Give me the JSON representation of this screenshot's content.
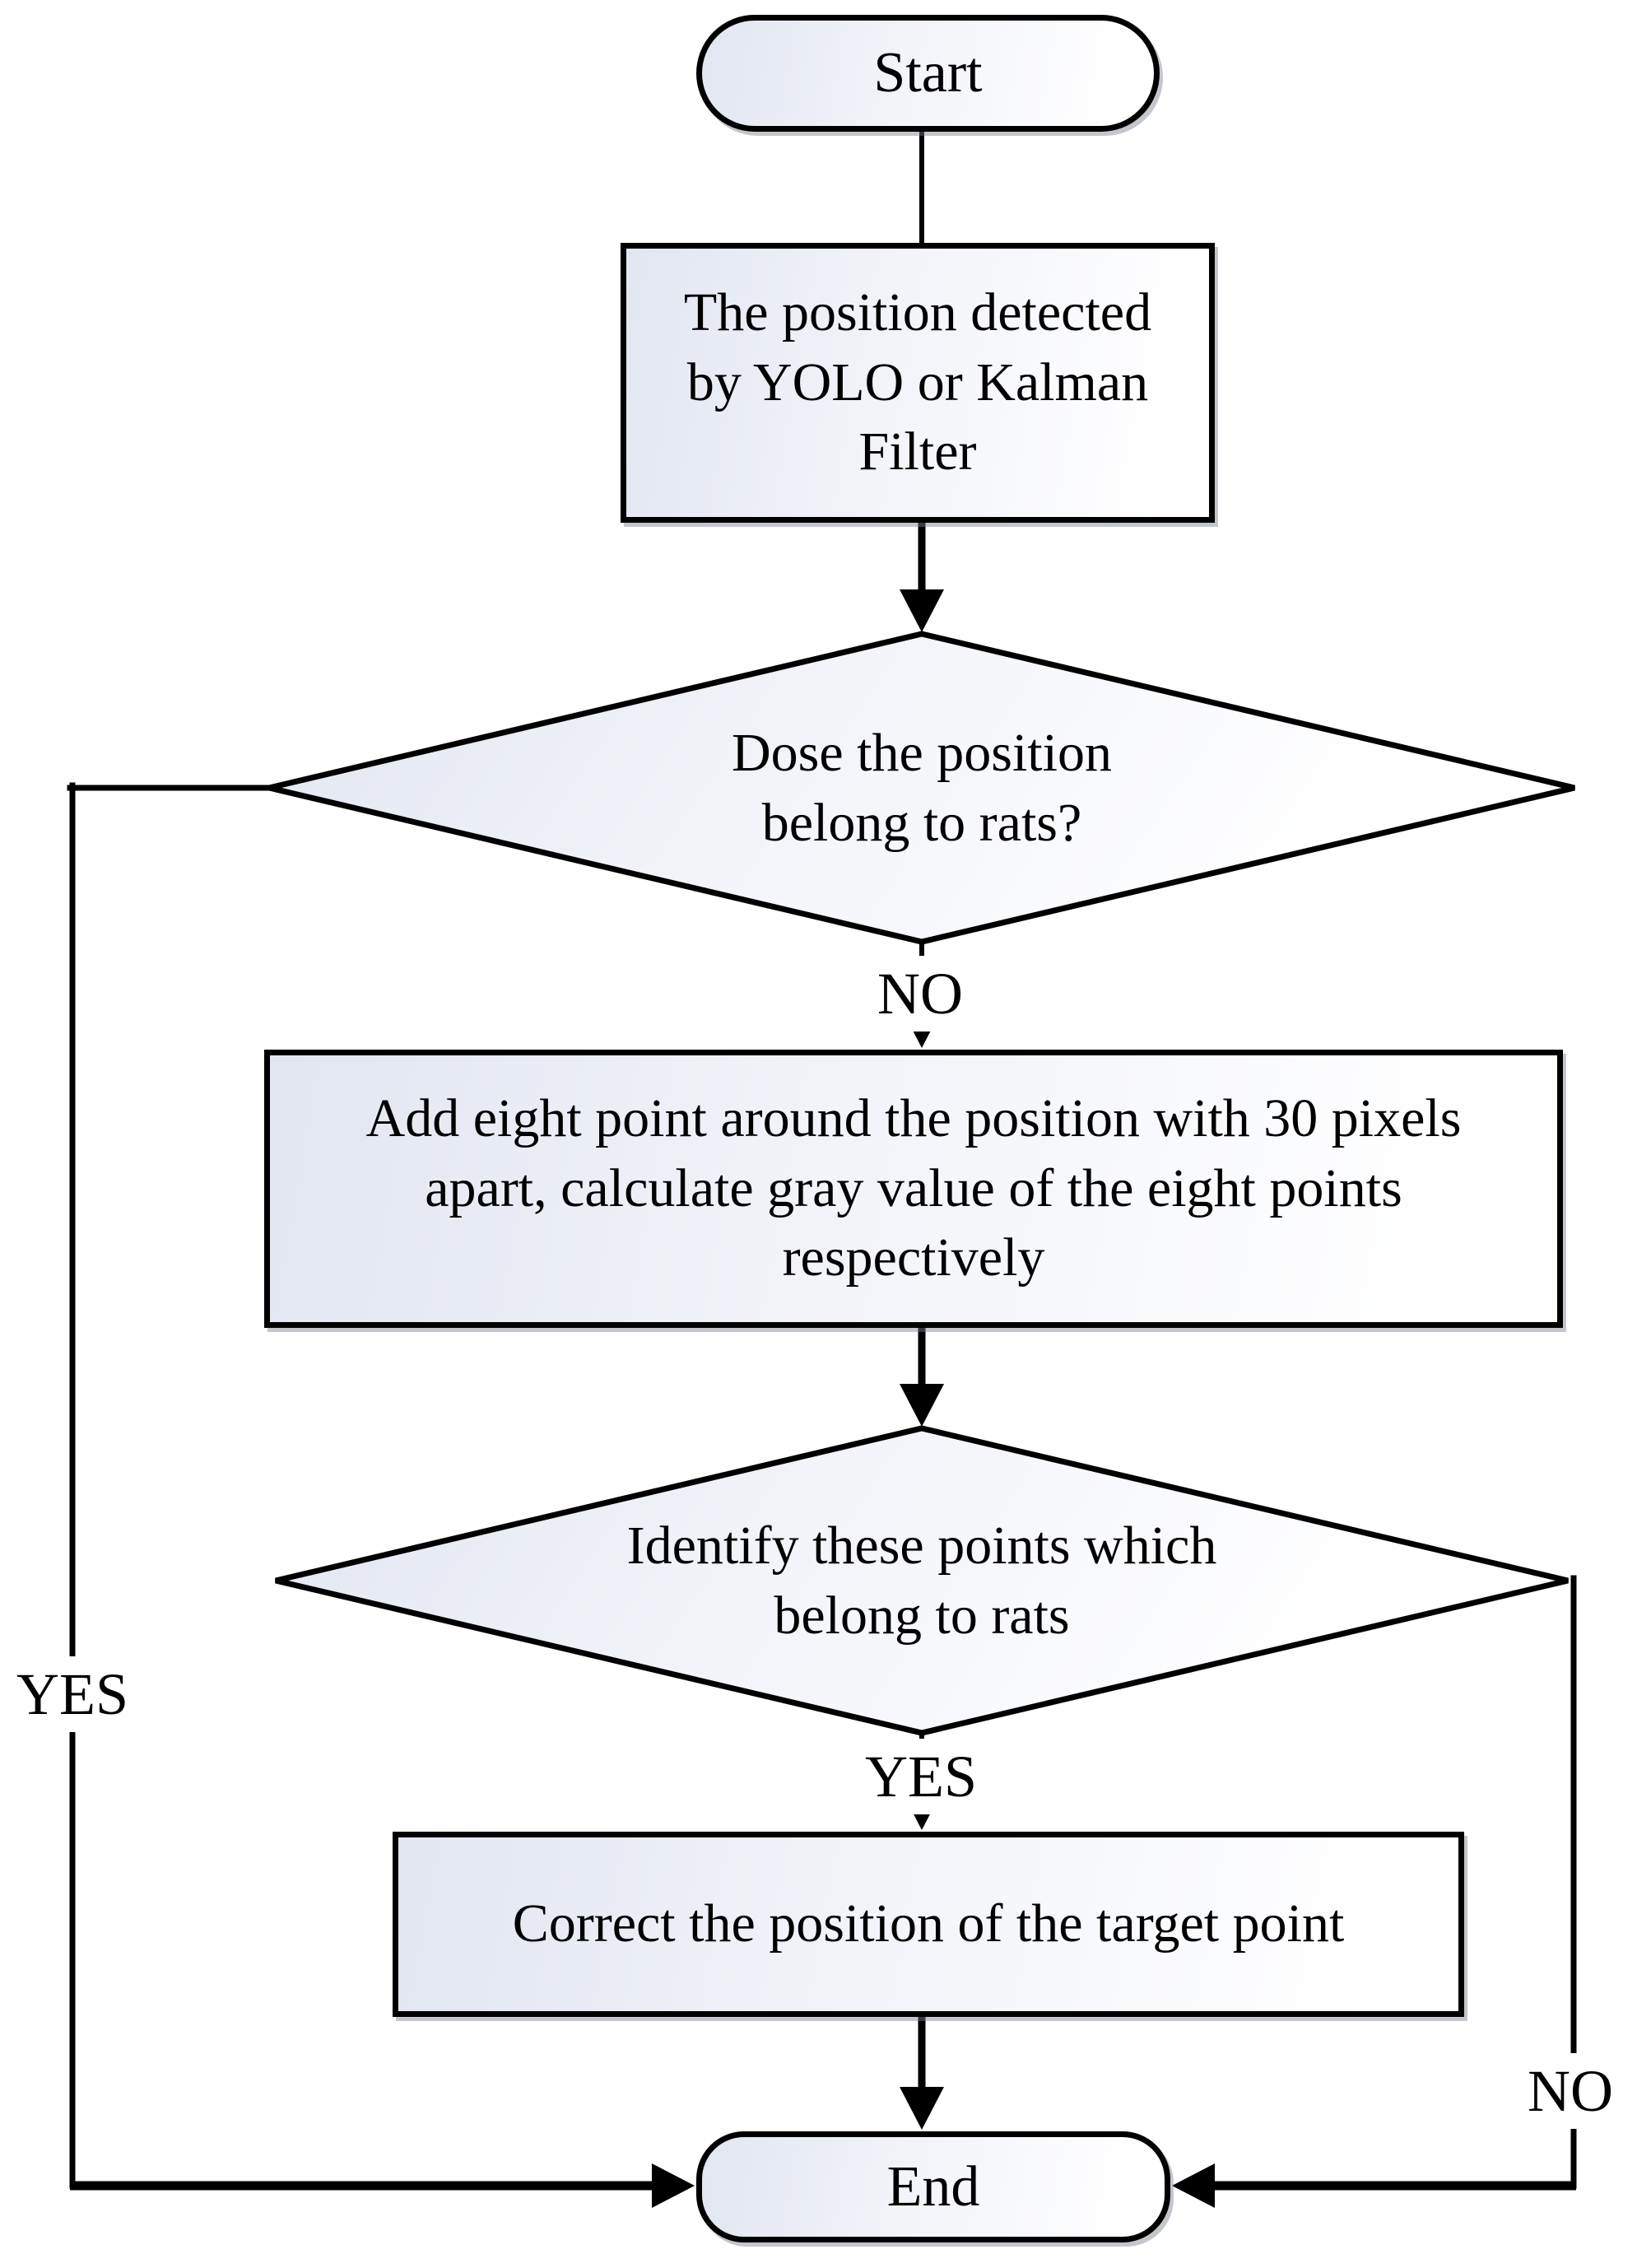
{
  "figure": {
    "type": "flowchart",
    "background": "#ffffff",
    "colors": {
      "node_fill_dark": "#e2e6f0",
      "node_fill_light": "#ffffff",
      "stroke": "#000000",
      "text": "#000000",
      "shadow": "#7b808f"
    },
    "nodes": {
      "start": {
        "shape": "stadium",
        "label": "Start"
      },
      "detect": {
        "shape": "process",
        "label": "The position detected\nby YOLO or Kalman\nFilter"
      },
      "decision1": {
        "shape": "decision",
        "label": "Dose the position\nbelong to rats?"
      },
      "addpoints": {
        "shape": "process",
        "label": "Add eight point around the position with 30 pixels\napart, calculate gray value of the eight points\nrespectively"
      },
      "decision2": {
        "shape": "decision",
        "label": "Identify these points which\nbelong to rats"
      },
      "correct": {
        "shape": "process",
        "label": "Correct the position of the target point"
      },
      "end": {
        "shape": "stadium",
        "label": "End"
      }
    },
    "edge_labels": {
      "decision1_no": "NO",
      "decision1_yes": "YES",
      "decision2_yes": "YES",
      "decision2_no": "NO"
    }
  }
}
